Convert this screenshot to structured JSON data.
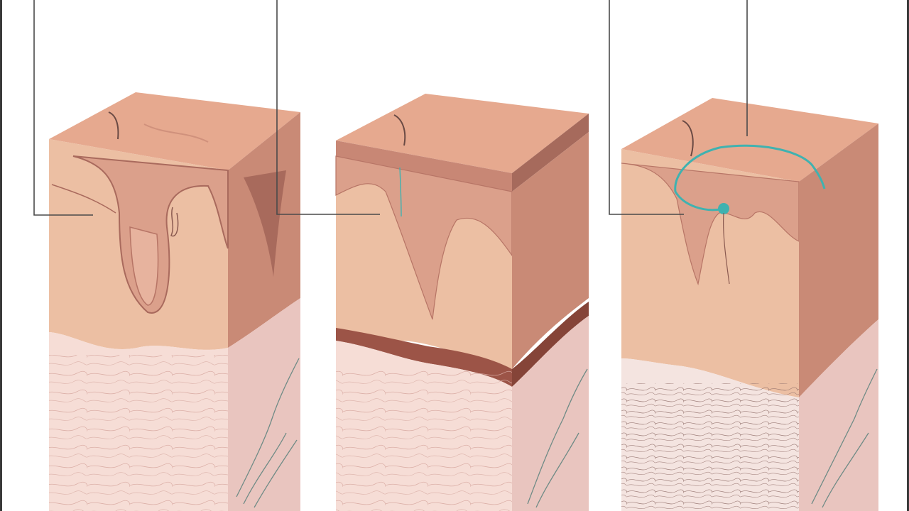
{
  "figure": {
    "panels": [
      {
        "id": "panel-1",
        "has_hair_follicle": true,
        "has_sinus_tract": false,
        "has_suture": false
      },
      {
        "id": "panel-2",
        "has_hair_follicle": false,
        "has_sinus_tract": false,
        "has_suture": false
      },
      {
        "id": "panel-3",
        "has_hair_follicle": false,
        "has_sinus_tract": false,
        "has_suture": true
      }
    ],
    "leader_lines": 4,
    "colors": {
      "epidermis_top": "#e6a98f",
      "dermis": "#ecbfa3",
      "dermis_dark": "#c98a76",
      "fold_dark": "#b77566",
      "subcutis": "#f6ddd6",
      "subcutis_side": "#e9c5bf",
      "suture": "#3fb2b0",
      "leader_line": "#4a4a4a",
      "frame": "#3a3a3a"
    }
  }
}
